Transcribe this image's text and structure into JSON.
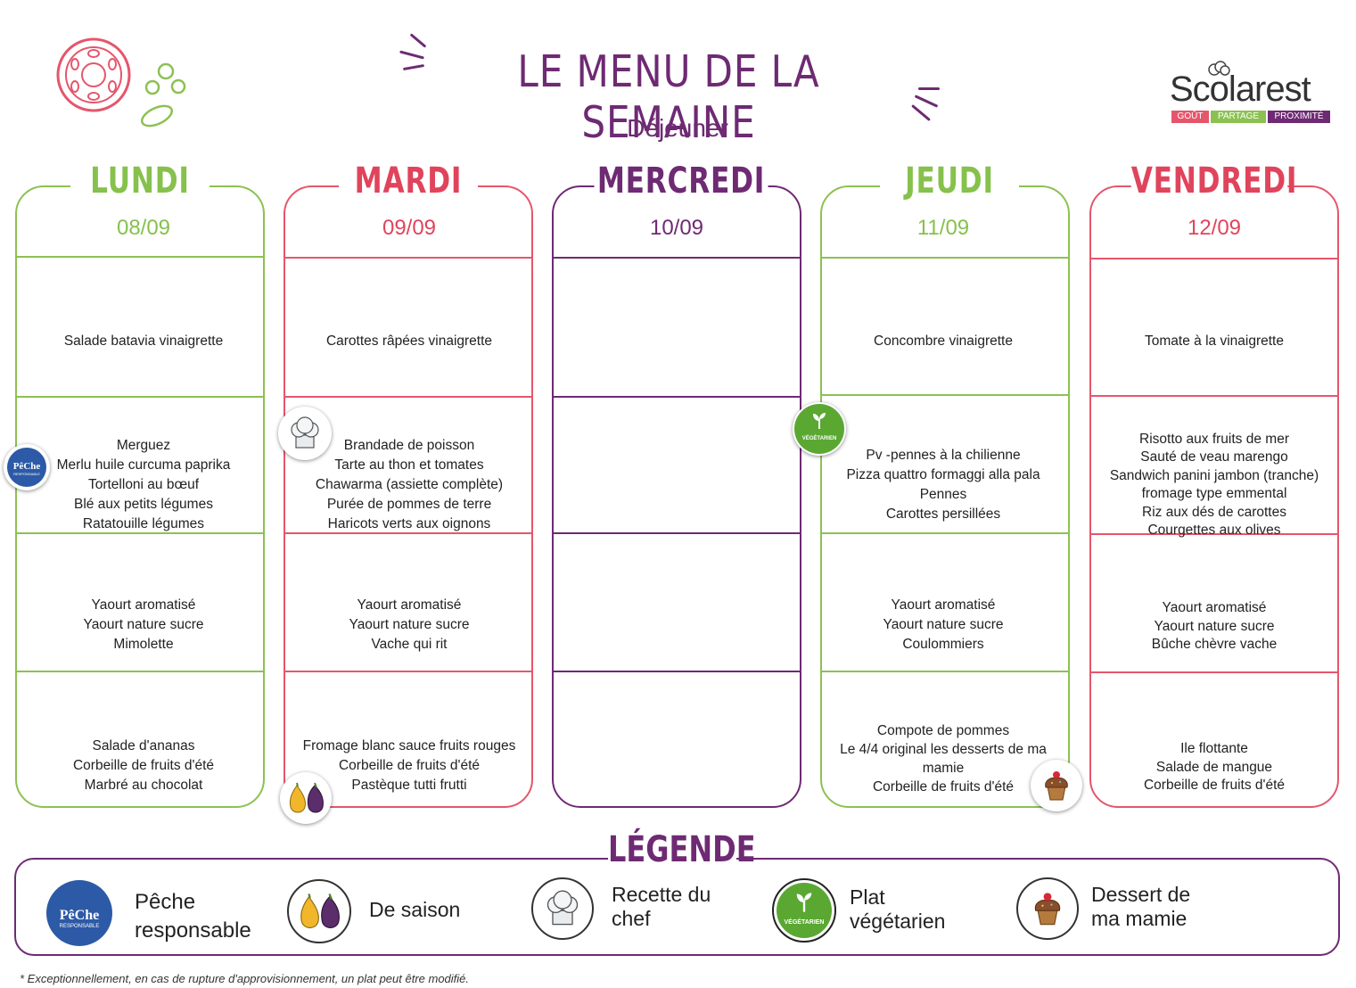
{
  "header": {
    "title": "LE MENU DE LA SEMAINE",
    "subtitle": "Déjeuner",
    "brand": "Scolarest",
    "brand_tags": [
      "GOÛT",
      "PARTAGE",
      "PROXIMITÉ"
    ]
  },
  "days": [
    {
      "name": "LUNDI",
      "date": "08/09",
      "starter": [
        "Salade batavia vinaigrette"
      ],
      "main": [
        "Merguez",
        "Merlu huile curcuma paprika",
        "Tortelloni au bœuf",
        "Blé aux petits légumes",
        "Ratatouille légumes"
      ],
      "dairy": [
        "Yaourt aromatisé",
        "Yaourt nature sucre",
        "Mimolette"
      ],
      "dessert": [
        "Salade d'ananas",
        "Corbeille de fruits d'été",
        "Marbré au chocolat"
      ]
    },
    {
      "name": "MARDI",
      "date": "09/09",
      "starter": [
        "Carottes râpées vinaigrette"
      ],
      "main": [
        "Brandade de poisson",
        "Tarte au thon et tomates",
        "Chawarma (assiette complète)",
        "Purée de pommes de terre",
        "Haricots verts aux oignons"
      ],
      "dairy": [
        "Yaourt aromatisé",
        "Yaourt nature sucre",
        "Vache qui rit"
      ],
      "dessert": [
        "Fromage blanc sauce fruits rouges",
        "Corbeille de fruits d'été",
        "Pastèque tutti frutti"
      ]
    },
    {
      "name": "MERCREDI",
      "date": "10/09",
      "starter": [],
      "main": [],
      "dairy": [],
      "dessert": []
    },
    {
      "name": "JEUDI",
      "date": "11/09",
      "starter": [
        "Concombre vinaigrette"
      ],
      "main": [
        "Pv -pennes à la chilienne",
        "Pizza quattro formaggi alla pala",
        "Pennes",
        "Carottes persillées"
      ],
      "dairy": [
        "Yaourt aromatisé",
        "Yaourt nature sucre",
        "Coulommiers"
      ],
      "dessert": [
        "Compote de pommes",
        "Le 4/4 original les desserts de ma mamie",
        "Corbeille de fruits d'été"
      ]
    },
    {
      "name": "VENDREDI",
      "date": "12/09",
      "starter": [
        "Tomate à la vinaigrette"
      ],
      "main": [
        "Risotto aux fruits de mer",
        "Sauté de veau marengo",
        "Sandwich panini jambon (tranche) fromage type emmental",
        "Riz aux dés de carottes",
        "Courgettes aux olives"
      ],
      "dairy": [
        "Yaourt aromatisé",
        "Yaourt nature sucre",
        "Bûche chèvre vache"
      ],
      "dessert": [
        "Ile flottante",
        "Salade de mangue",
        "Corbeille de fruits d'été"
      ]
    }
  ],
  "badges": {
    "peche_top": "PêChe",
    "peche_bottom": "RESPONSABLE",
    "vegetarien": "VÉGÉTARIEN"
  },
  "legend": {
    "title": "LÉGENDE",
    "items": [
      {
        "icon": "peche-responsable-icon",
        "label_1": "Pêche",
        "label_2": "responsable"
      },
      {
        "icon": "seasonal-icon",
        "label_1": "De saison",
        "label_2": ""
      },
      {
        "icon": "chef-hat-icon",
        "label_1": "Recette du",
        "label_2": "chef"
      },
      {
        "icon": "vegetarian-icon",
        "label_1": "Plat",
        "label_2": "végétarien"
      },
      {
        "icon": "cupcake-icon",
        "label_1": "Dessert de",
        "label_2": "ma mamie"
      }
    ]
  },
  "footnote": "* Exceptionnellement, en cas de rupture d'approvisionnement, un plat peut être modifié.",
  "colors": {
    "purple": "#6e2a73",
    "green": "#8cc152",
    "red": "#e5566b"
  }
}
